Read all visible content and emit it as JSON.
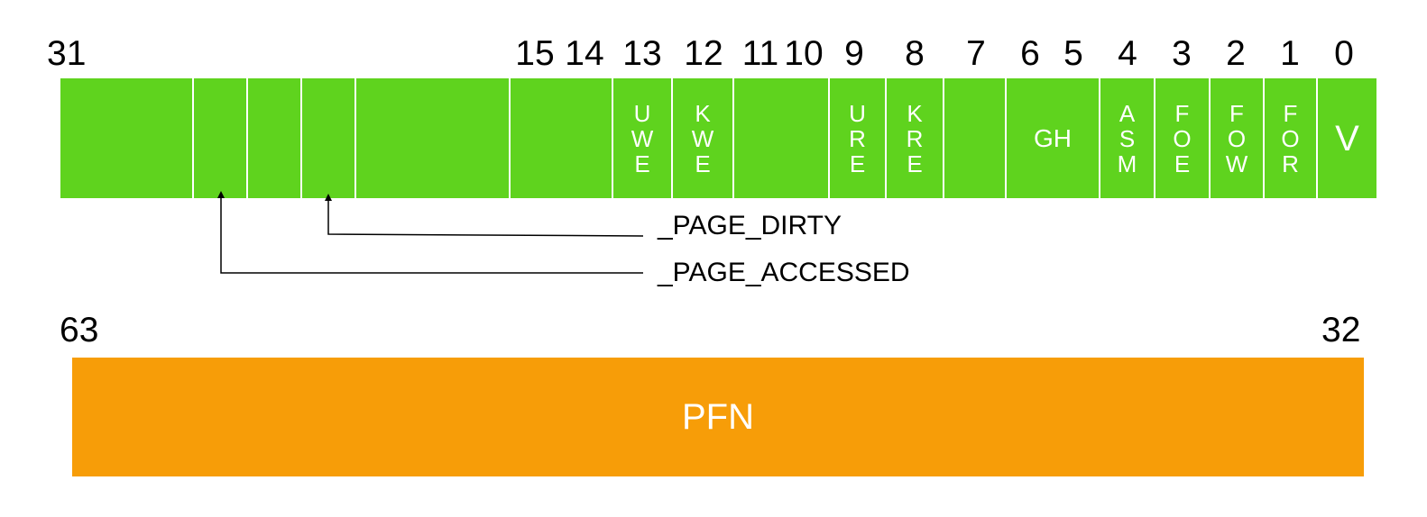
{
  "low_word": {
    "bit_labels": [
      "31",
      "15",
      "14",
      "13",
      "12",
      "11",
      "10",
      "9",
      "8",
      "7",
      "6",
      "5",
      "4",
      "3",
      "2",
      "1",
      "0"
    ],
    "fields": [
      {
        "name": "reserved-31",
        "label": []
      },
      {
        "name": "accessed-slot",
        "label": []
      },
      {
        "name": "reserved-a",
        "label": []
      },
      {
        "name": "dirty-slot",
        "label": []
      },
      {
        "name": "reserved-b",
        "label": []
      },
      {
        "name": "bits-15-14",
        "label": []
      },
      {
        "name": "uwe",
        "label": [
          "U",
          "W",
          "E"
        ]
      },
      {
        "name": "kwe",
        "label": [
          "K",
          "W",
          "E"
        ]
      },
      {
        "name": "bits-11-10",
        "label": []
      },
      {
        "name": "ure",
        "label": [
          "U",
          "R",
          "E"
        ]
      },
      {
        "name": "kre",
        "label": [
          "K",
          "R",
          "E"
        ]
      },
      {
        "name": "bit-7",
        "label": []
      },
      {
        "name": "gh",
        "label": [
          "GH"
        ]
      },
      {
        "name": "asm",
        "label": [
          "A",
          "S",
          "M"
        ]
      },
      {
        "name": "foe",
        "label": [
          "F",
          "O",
          "E"
        ]
      },
      {
        "name": "fow",
        "label": [
          "F",
          "O",
          "W"
        ]
      },
      {
        "name": "for",
        "label": [
          "F",
          "O",
          "R"
        ]
      },
      {
        "name": "v",
        "label": [
          "V"
        ]
      }
    ],
    "colors": {
      "field": "#5fd31e",
      "text": "#ffffff"
    }
  },
  "annotations": {
    "dirty": "_PAGE_DIRTY",
    "accessed": "_PAGE_ACCESSED"
  },
  "high_word": {
    "left_bit": "63",
    "right_bit": "32",
    "field_label": "PFN",
    "color": "#f79d08"
  }
}
